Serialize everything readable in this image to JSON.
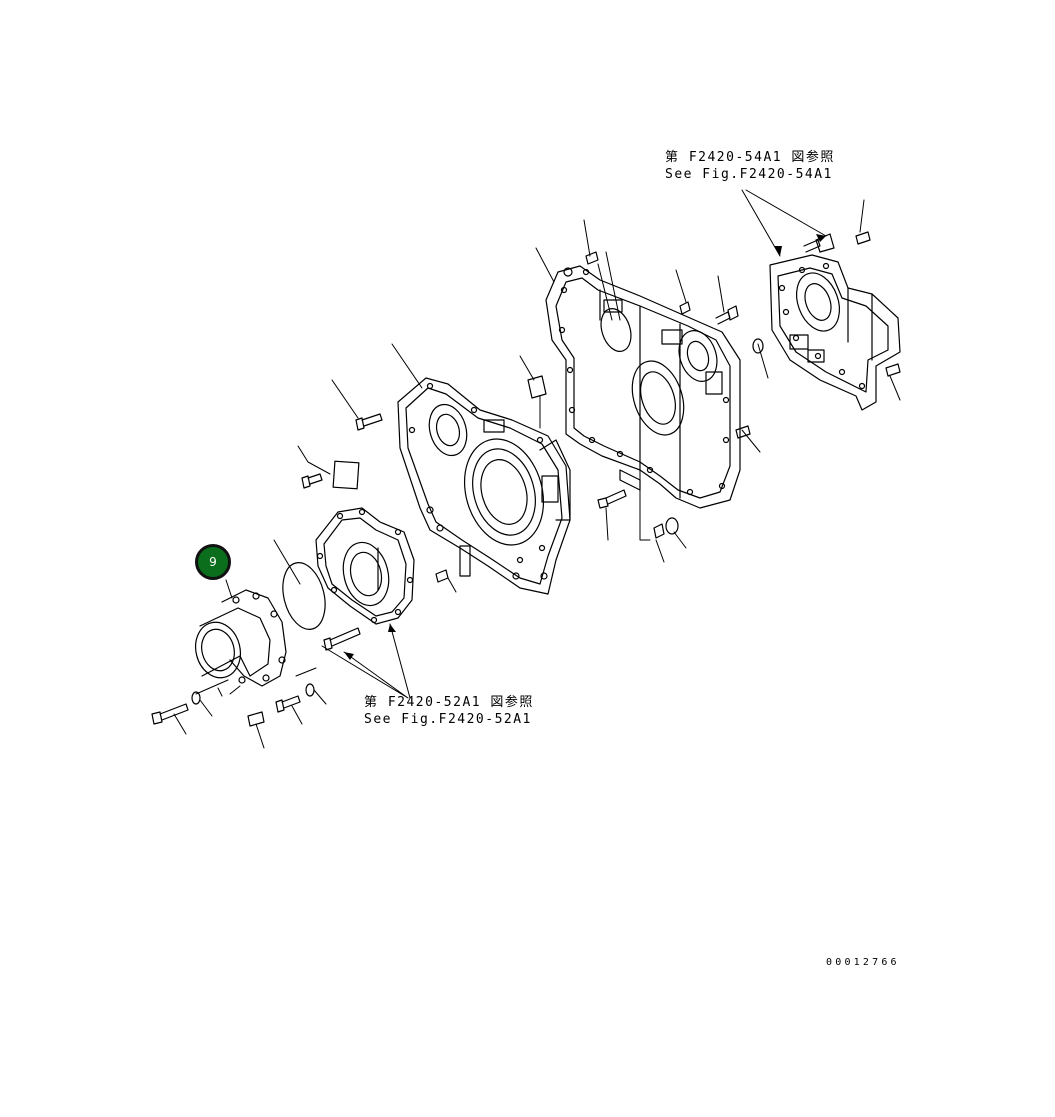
{
  "references": {
    "top": {
      "jp": "第 F2420-54A1 図参照",
      "en": "See Fig.F2420-54A1"
    },
    "bottom": {
      "jp": "第 F2420-52A1 図参照",
      "en": "See Fig.F2420-52A1"
    }
  },
  "callout": {
    "label": "9",
    "color": "#0b6e1c"
  },
  "catalog_number": "00012766"
}
